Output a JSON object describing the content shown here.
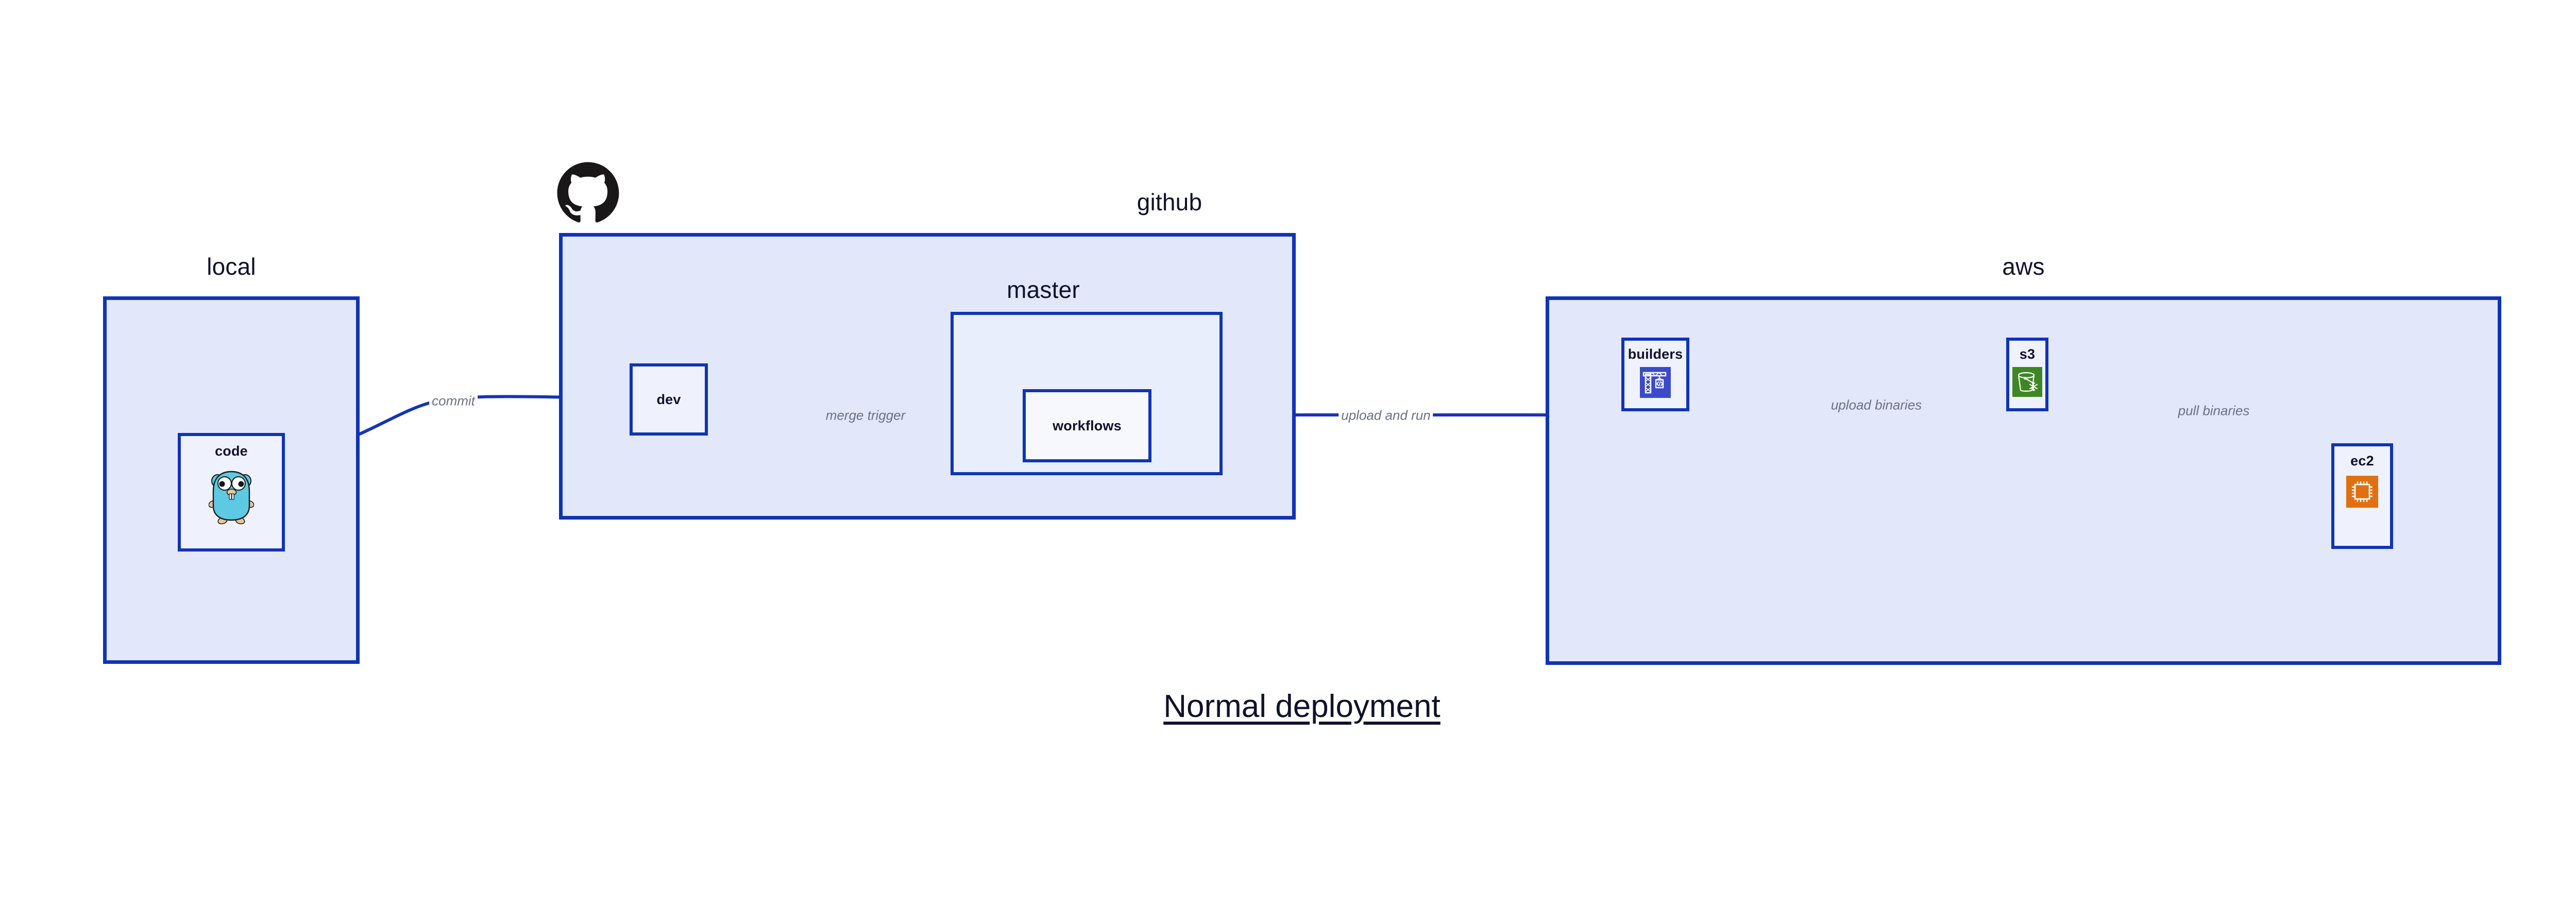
{
  "title": "Normal deployment",
  "colors": {
    "group_fill": "#e2e7fa",
    "group_sub_fill": "#e9eefc",
    "node_fill": "#eff2fd",
    "node_white_fill": "#f6f8fd",
    "border": "#0f34b5",
    "edge": "#1434b8",
    "edge_label": "#6b7285",
    "text": "#10112b",
    "builders_icon": "#3b4bc8",
    "s3_icon": "#3f8624",
    "ec2_icon": "#e0700f",
    "gopher_body": "#5dc9e2",
    "github_mark": "#191717"
  },
  "groups": [
    {
      "id": "local",
      "label": "local"
    },
    {
      "id": "github",
      "label": "github"
    },
    {
      "id": "master",
      "label": "master"
    },
    {
      "id": "aws",
      "label": "aws"
    }
  ],
  "nodes": [
    {
      "id": "code",
      "label": "code",
      "icon": "go-gopher-icon"
    },
    {
      "id": "dev",
      "label": "dev",
      "icon": null
    },
    {
      "id": "workflows",
      "label": "workflows",
      "icon": null
    },
    {
      "id": "builders",
      "label": "builders",
      "icon": "aws-builders-crane-icon"
    },
    {
      "id": "s3",
      "label": "s3",
      "icon": "aws-s3-bucket-icon"
    },
    {
      "id": "ec2",
      "label": "ec2",
      "icon": "aws-ec2-chip-icon"
    }
  ],
  "edges": [
    {
      "id": "code-to-dev",
      "from": "code",
      "to": "dev",
      "label": "commit"
    },
    {
      "id": "dev-to-workflows",
      "from": "dev",
      "to": "workflows",
      "label": "merge trigger"
    },
    {
      "id": "workflows-to-builders",
      "from": "workflows",
      "to": "builders",
      "label": "upload and run"
    },
    {
      "id": "builders-to-s3",
      "from": "builders",
      "to": "s3",
      "label": "upload binaries"
    },
    {
      "id": "s3-to-ec2",
      "from": "s3",
      "to": "ec2",
      "label": "pull binaries"
    }
  ],
  "icons": {
    "github": "github-octocat-mark-icon"
  }
}
